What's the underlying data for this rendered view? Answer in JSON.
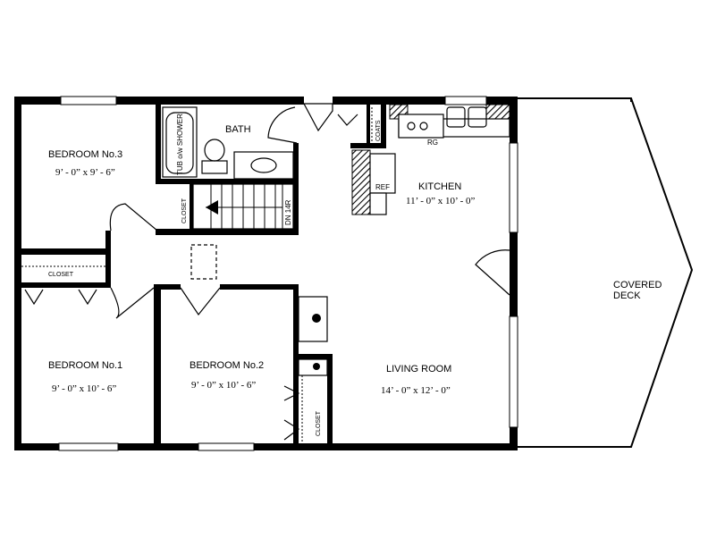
{
  "rooms": {
    "bedroom3": {
      "name": "BEDROOM No.3",
      "size": "9’ - 0” x 9’ - 6”"
    },
    "bath": {
      "name": "BATH"
    },
    "tub": {
      "name": "TUB o/w SHOWER"
    },
    "stair_closet": {
      "name": "CLOSET"
    },
    "stairs": {
      "name": "DN 14R"
    },
    "coats": {
      "name": "COATS"
    },
    "kitchen": {
      "name": "KITCHEN",
      "size": "11’ - 0” x 10’ - 0”"
    },
    "range": {
      "name": "RG"
    },
    "ref": {
      "name": "REF"
    },
    "bed1_closet": {
      "name": "CLOSET"
    },
    "bedroom1": {
      "name": "BEDROOM No.1",
      "size": "9’ - 0” x 10’ - 6”"
    },
    "bedroom2": {
      "name": "BEDROOM No.2",
      "size": "9’ - 0” x 10’ - 6”"
    },
    "bed2_closet": {
      "name": "CLOSET"
    },
    "living": {
      "name": "LIVING ROOM",
      "size": "14’ - 0” x 12’ - 0”"
    },
    "deck": {
      "name_line1": "COVERED",
      "name_line2": "DECK"
    }
  }
}
